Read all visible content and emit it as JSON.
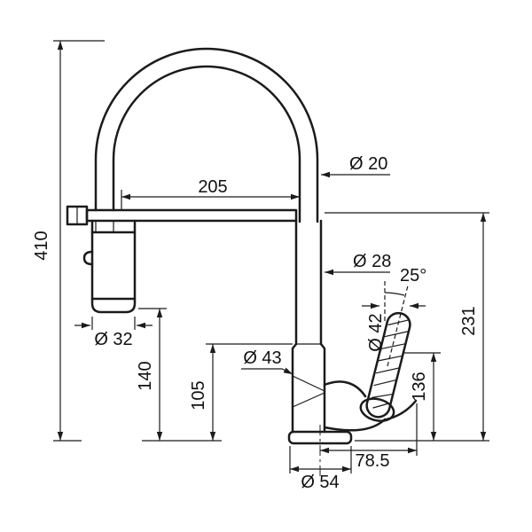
{
  "page": {
    "background": "#ffffff",
    "line_color": "#1b1b1b"
  },
  "drawing": {
    "name": "kitchen-faucet-dimension-drawing",
    "type": "technical line drawing with dimensions (mm)",
    "dimensions": {
      "spout_reach": "205",
      "hose_diameter": "Ø 20",
      "overall_height": "410",
      "column_diameter": "Ø 28",
      "handle_angle": "25°",
      "spray_head_diameter": "Ø 32",
      "spray_head_height": "140",
      "outlet_height": "105",
      "body_diameter": "Ø 43",
      "handle_diameter": "Ø 42",
      "spout_height": "231",
      "handle_top_height": "136",
      "handle_reach": "78.5",
      "base_diameter": "Ø 54"
    }
  }
}
